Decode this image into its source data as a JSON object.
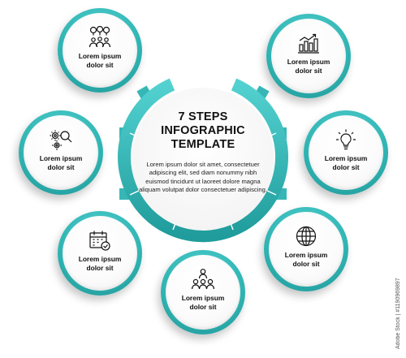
{
  "center": {
    "title": "7 STEPS\nINFOGRAPHIC\nTEMPLATE",
    "body": "Lorem ipsum dolor sit amet, consectetuer adipiscing elit, sed diam nonummy nibh euismod tincidunt ut laoreet dolore magna aliquam volutpat dolor consectetuer adipiscing."
  },
  "steps": [
    {
      "label": "Lorem ipsum\ndolor sit",
      "icon": "team-discussion-icon"
    },
    {
      "label": "Lorem ipsum\ndolor sit",
      "icon": "bar-chart-growth-icon"
    },
    {
      "label": "Lorem ipsum\ndolor sit",
      "icon": "gears-search-icon"
    },
    {
      "label": "Lorem ipsum\ndolor sit",
      "icon": "lightbulb-icon"
    },
    {
      "label": "Lorem ipsum\ndolor sit",
      "icon": "calendar-check-icon"
    },
    {
      "label": "Lorem ipsum\ndolor sit",
      "icon": "globe-icon"
    },
    {
      "label": "Lorem ipsum\ndolor sit",
      "icon": "people-network-icon"
    }
  ],
  "colors": {
    "accent": "#2fb3b2",
    "accent_dark": "#1f9695",
    "text": "#111111",
    "background": "#ffffff"
  },
  "watermark": "Adobe Stock | #1190969897"
}
